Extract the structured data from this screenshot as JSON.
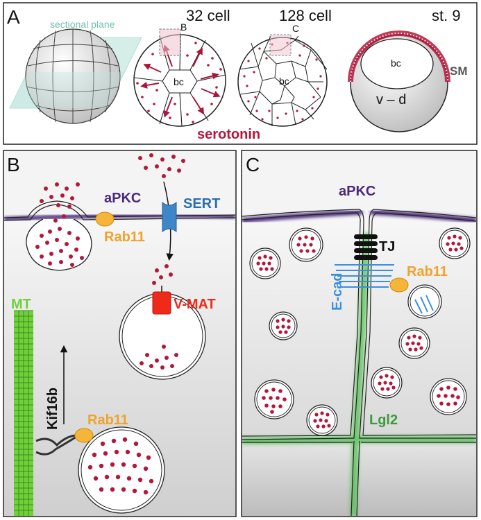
{
  "panelA": {
    "letter": "A",
    "sectional_plane": "sectional plane",
    "stage1": "32 cell",
    "stage2": "128 cell",
    "stage3": "st. 9",
    "box_b": "B",
    "box_c": "C",
    "bc1": "bc",
    "bc2": "bc",
    "bc3": "bc",
    "vd": "v – d",
    "sm": "SM",
    "serotonin": "serotonin"
  },
  "panelB": {
    "letter": "B",
    "apkc": "aPKC",
    "sert": "SERT",
    "rab11_top": "Rab11",
    "vmat": "V-MAT",
    "mt": "MT",
    "kif16b": "Kif16b",
    "rab11_bottom": "Rab11"
  },
  "panelC": {
    "letter": "C",
    "apkc": "aPKC",
    "tj": "TJ",
    "ecad": "E-cad",
    "rab11": "Rab11",
    "lgl2": "Lgl2"
  },
  "colors": {
    "serotonin_red": "#b5163a",
    "apkc_purple": "#4a2a7a",
    "sert_blue": "#3f86c8",
    "rab11_orange": "#f5b53a",
    "vmat_red": "#ee2a1a",
    "mt_green": "#6fd03a",
    "lgl2_green": "#3c9a3c",
    "ecad_blue": "#3a8fe0",
    "sectional_plane": "#bfe6dc"
  }
}
